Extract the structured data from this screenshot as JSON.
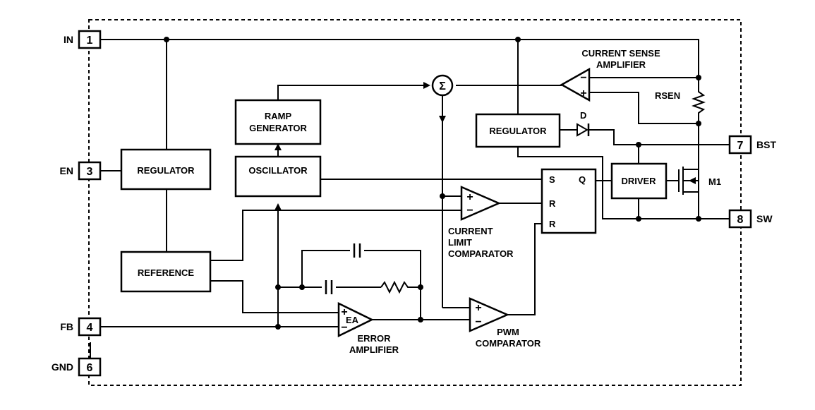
{
  "pins": {
    "in": {
      "label": "IN",
      "number": "1"
    },
    "en": {
      "label": "EN",
      "number": "3"
    },
    "fb": {
      "label": "FB",
      "number": "4"
    },
    "gnd": {
      "label": "GND",
      "number": "6"
    },
    "bst": {
      "label": "BST",
      "number": "7"
    },
    "sw": {
      "label": "SW",
      "number": "8"
    }
  },
  "blocks": {
    "regulator_left": "REGULATOR",
    "reference": "REFERENCE",
    "ramp_generator": [
      "RAMP",
      "GENERATOR"
    ],
    "oscillator": "OSCILLATOR",
    "regulator_right": "REGULATOR",
    "driver": "DRIVER"
  },
  "latch": {
    "s": "S",
    "q": "Q",
    "r1": "R",
    "r2": "R"
  },
  "labels": {
    "current_sense_amp": [
      "CURRENT SENSE",
      "AMPLIFIER"
    ],
    "current_limit_comp": [
      "CURRENT",
      "LIMIT",
      "COMPARATOR"
    ],
    "pwm_comp": [
      "PWM",
      "COMPARATOR"
    ],
    "error_amp": [
      "ERROR",
      "AMPLIFIER"
    ],
    "ea": "EA",
    "summer": "Σ",
    "rsen": "RSEN",
    "diode": "D",
    "mosfet": "M1"
  },
  "signs": {
    "plus": "+",
    "minus": "−"
  }
}
